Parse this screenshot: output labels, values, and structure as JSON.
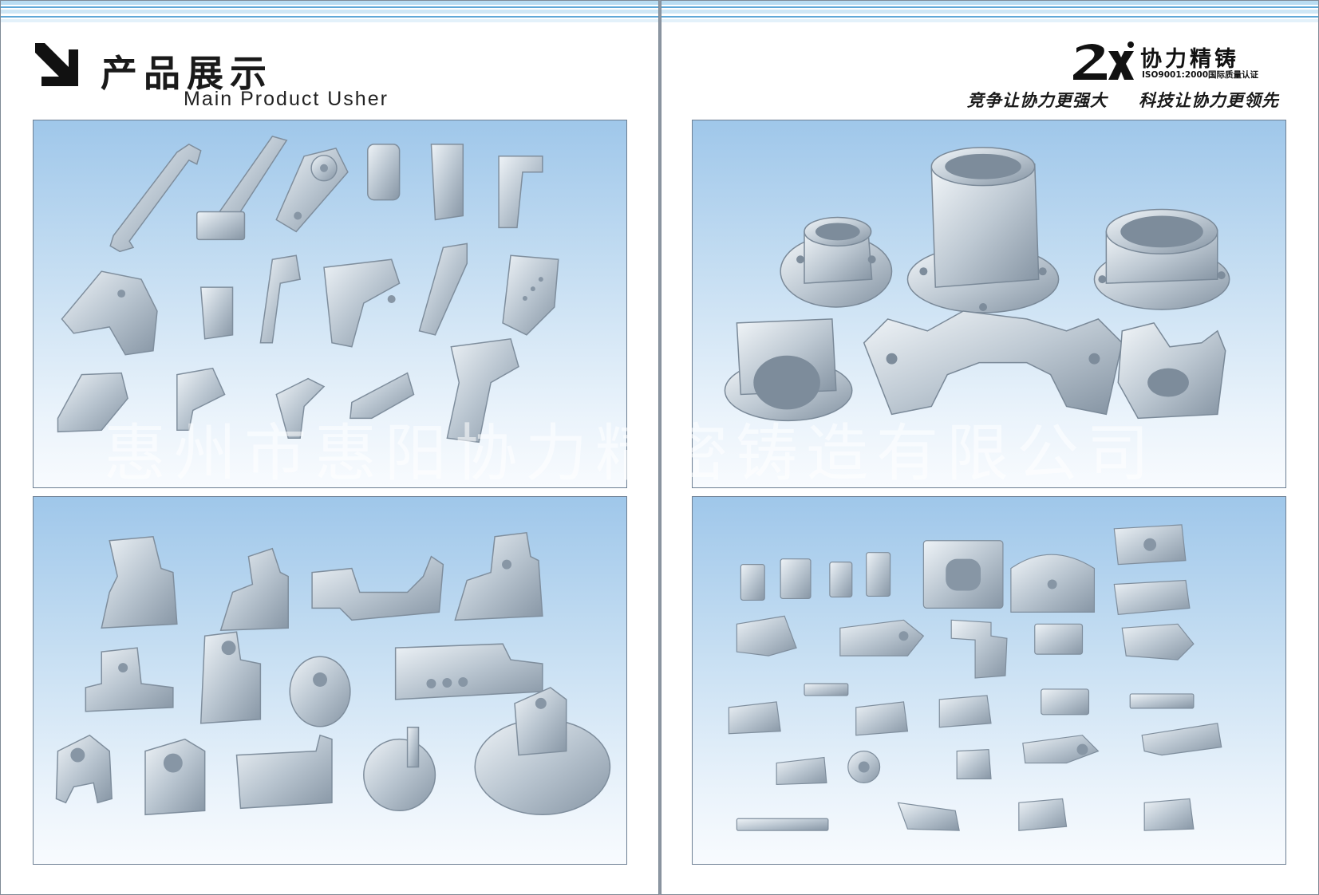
{
  "header": {
    "title_cn": "产品展示",
    "title_en": "Main Product Usher",
    "arrow_icon": "arrow-down-right-icon"
  },
  "brand": {
    "logo_icon": "zxl-logo-icon",
    "name": "协力精铸",
    "certification": "ISO9001:2000国际质量认证",
    "slogans": [
      "竞争让协力更强大",
      "科技让协力更领先"
    ]
  },
  "watermark": "惠州市惠阳协力精密铸造有限公司",
  "colors": {
    "band_light": "#b8dcf2",
    "band_line": "#5fa8d8",
    "panel_top": "#9fc7ea",
    "panel_bottom": "#f8fbfe",
    "metal": "#c8d2dc",
    "metal_dark": "#7f8e9d"
  },
  "panels": [
    {
      "id": "top-left",
      "content": "castings-photo-1"
    },
    {
      "id": "top-right",
      "content": "castings-photo-2"
    },
    {
      "id": "bottom-left",
      "content": "castings-photo-3"
    },
    {
      "id": "bottom-right",
      "content": "castings-photo-4"
    }
  ]
}
